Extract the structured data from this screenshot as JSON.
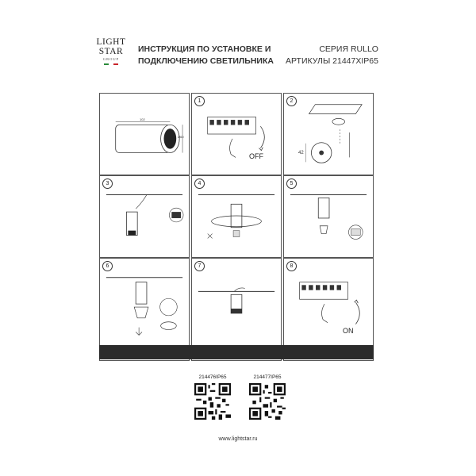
{
  "logo": {
    "line1": "LIGHT",
    "line2": "STAR",
    "line3": "GROUP"
  },
  "header": {
    "title_line1": "ИНСТРУКЦИЯ ПО УСТАНОВКЕ И",
    "title_line2": "ПОДКЛЮЧЕНИЮ СВЕТИЛЬНИКА",
    "series": "СЕРИЯ RULLO",
    "articles": "АРТИКУЛЫ 21447XIP65"
  },
  "steps": [
    {
      "num": "",
      "dim_length": "102",
      "dim_height": "Ø60"
    },
    {
      "num": "1",
      "label": "OFF"
    },
    {
      "num": "2",
      "dim": "42"
    },
    {
      "num": "3"
    },
    {
      "num": "4"
    },
    {
      "num": "5"
    },
    {
      "num": "6"
    },
    {
      "num": "7"
    },
    {
      "num": "8",
      "label": "ON"
    }
  ],
  "footer": {
    "codes": [
      "214476IP65",
      "214477IP65"
    ],
    "website": "www.lightstar.ru"
  },
  "colors": {
    "bar": "#2b2b2b",
    "stroke": "#333333",
    "flag_green": "#2a8a3a",
    "flag_red": "#c8242b"
  }
}
